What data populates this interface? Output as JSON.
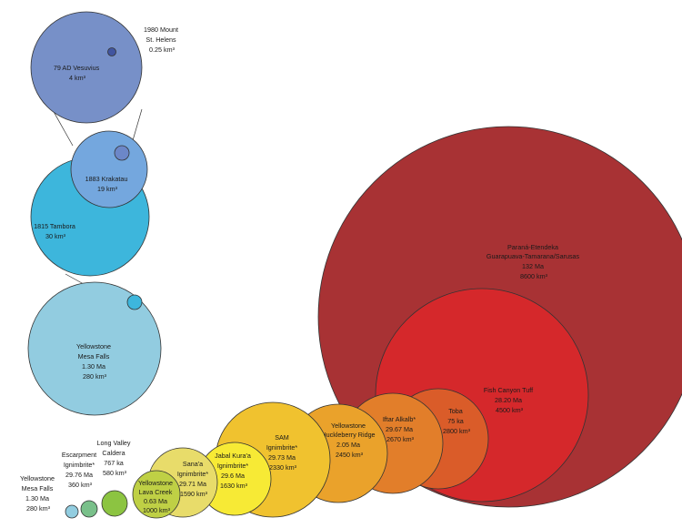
{
  "eruptions": [
    {
      "key": "parana",
      "lines": [
        "Paraná-Etendeka",
        "Guarapuava-Tamarana/Sarusas",
        "132 Ma",
        "8600 km³"
      ],
      "color": "#a83234"
    },
    {
      "key": "fish-canyon",
      "lines": [
        "Fish Canyon Tuff",
        "28.20 Ma",
        "4500 km³"
      ],
      "color": "#d5282b"
    },
    {
      "key": "toba",
      "lines": [
        "Toba",
        "75 ka",
        "2800 km³"
      ],
      "color": "#da5c29"
    },
    {
      "key": "iftar-alkalb",
      "lines": [
        "Iftar Alkalb*",
        "29.67 Ma",
        "2670 km³"
      ],
      "color": "#e27e2a"
    },
    {
      "key": "yellowstone-huckleberry",
      "lines": [
        "Yellowstone",
        "Huckleberry Ridge",
        "2.05 Ma",
        "2450 km³"
      ],
      "color": "#eaa22b"
    },
    {
      "key": "sam",
      "lines": [
        "SAM",
        "Ignimbrite*",
        "29.73 Ma",
        "2330 km³"
      ],
      "color": "#f0c22f"
    },
    {
      "key": "jabal-kuraa",
      "lines": [
        "Jabal Kura'a",
        "Ignimbrite*",
        "29.6 Ma",
        "1630 km³"
      ],
      "color": "#f7ea35"
    },
    {
      "key": "sanaa",
      "lines": [
        "Sana'a",
        "Ignimbrite*",
        "29.71 Ma",
        "1590 km³"
      ],
      "color": "#e8dc6a"
    },
    {
      "key": "yellowstone-lava-creek",
      "lines": [
        "Yellowstone",
        "Lava Creek",
        "0.63 Ma",
        "1000 km³"
      ],
      "color": "#bfd045"
    },
    {
      "key": "long-valley",
      "lines": [
        "Long Valley",
        "Caldera",
        "767 ka",
        "580 km³"
      ],
      "color": "#8cc441"
    },
    {
      "key": "escarpment",
      "lines": [
        "Escarpment",
        "Ignimbrite*",
        "29.76 Ma",
        "360 km³"
      ],
      "color": "#79c08a"
    },
    {
      "key": "yellowstone-mesa-falls-small",
      "lines": [
        "Yellowstone",
        "Mesa Falls",
        "1.30 Ma",
        "280 km³"
      ],
      "color": "#92cde0"
    },
    {
      "key": "yellowstone-mesa-falls",
      "lines": [
        "Yellowstone",
        "Mesa Falls",
        "1.30 Ma",
        "280 km³"
      ],
      "color": "#92cce0"
    },
    {
      "key": "tambora",
      "lines": [
        "1815 Tambora",
        "30 km³"
      ],
      "color": "#3db6dc"
    },
    {
      "key": "krakatau",
      "lines": [
        "1883 Krakatau",
        "19 km³"
      ],
      "color": "#74a7de"
    },
    {
      "key": "vesuvius",
      "lines": [
        "79 AD Vesuvius",
        "4 km³"
      ],
      "color": "#7790c8"
    },
    {
      "key": "st-helens",
      "lines": [
        "1980 Mount",
        "St. Helens",
        "0.25 km³"
      ],
      "color": "#4155a0"
    }
  ],
  "markers": [
    {
      "key": "krakatau-marker",
      "color": "#6c87c8"
    },
    {
      "key": "tambora-marker",
      "color": "#3db6dc"
    }
  ]
}
